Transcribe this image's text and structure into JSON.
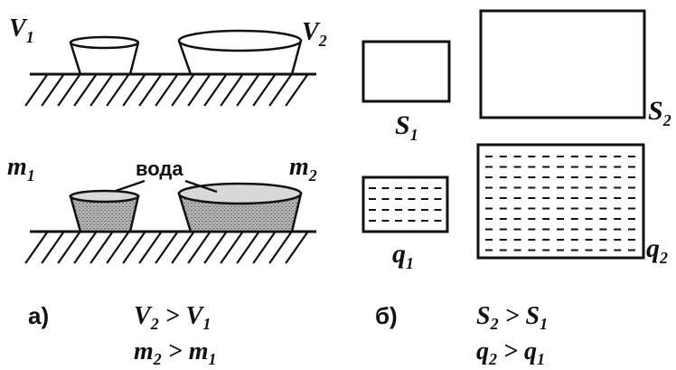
{
  "panel_a": {
    "label": "а)",
    "volume_left": {
      "base": "V",
      "sub": "1"
    },
    "volume_right": {
      "base": "V",
      "sub": "2"
    },
    "mass_left": {
      "base": "m",
      "sub": "1"
    },
    "mass_right": {
      "base": "m",
      "sub": "2"
    },
    "water_label": "вода",
    "relation_1": {
      "lhs": "V",
      "lhs_sub": "2",
      "op": " > ",
      "rhs": "V",
      "rhs_sub": "1"
    },
    "relation_2": {
      "lhs": "m",
      "lhs_sub": "2",
      "op": " > ",
      "rhs": "m",
      "rhs_sub": "1"
    }
  },
  "panel_b": {
    "label": "б)",
    "area_small": {
      "base": "S",
      "sub": "1"
    },
    "area_large": {
      "base": "S",
      "sub": "2"
    },
    "charge_small": {
      "base": "q",
      "sub": "1"
    },
    "charge_large": {
      "base": "q",
      "sub": "2"
    },
    "relation_1": {
      "lhs": "S",
      "lhs_sub": "2",
      "op": " > ",
      "rhs": "S",
      "rhs_sub": "1"
    },
    "relation_2": {
      "lhs": "q",
      "lhs_sub": "2",
      "op": " > ",
      "rhs": "q",
      "rhs_sub": "1"
    }
  },
  "colors": {
    "ink": "#111111",
    "water": "#9a9a9a",
    "paper": "#ffffff"
  }
}
